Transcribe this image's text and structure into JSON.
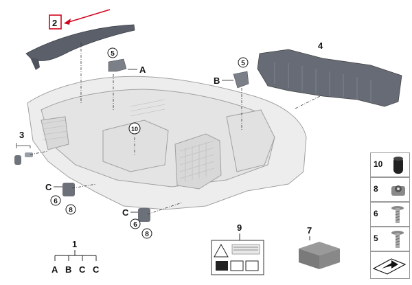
{
  "callouts": {
    "n1": "1",
    "n2": "2",
    "n3": "3",
    "n4": "4",
    "n5a": "5",
    "n5b": "5",
    "n6a": "6",
    "n6b": "6",
    "n7": "7",
    "n8a": "8",
    "n8b": "8",
    "n9": "9",
    "n10": "10",
    "A1": "A",
    "B1": "B",
    "C1": "C",
    "C2": "C"
  },
  "tree": {
    "top": "1",
    "items": [
      "A",
      "B",
      "C",
      "C"
    ]
  },
  "sidebar": [
    {
      "label": "10",
      "icon": "rubber-grommet-icon"
    },
    {
      "label": "8",
      "icon": "clip-nut-icon"
    },
    {
      "label": "6",
      "icon": "screw-icon"
    },
    {
      "label": "5",
      "icon": "screw-icon"
    },
    {
      "label": "",
      "icon": "next-arrow-icon"
    }
  ],
  "label_sheet": {
    "title": "WARNING / ATTENTION",
    "icons": [
      "laser-warning-icon",
      "book-icon",
      "bin-icon"
    ]
  },
  "colors": {
    "highlight": "#d0021b",
    "part_fill": "#ececec",
    "part_stroke": "#9a9a9a",
    "dark_part": "#5a5f69"
  }
}
